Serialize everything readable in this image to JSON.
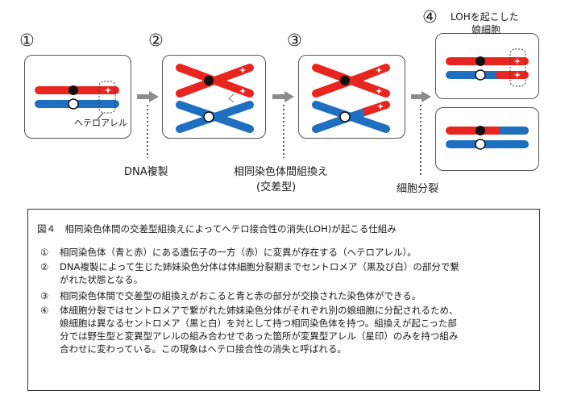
{
  "steps": [
    "①",
    "②",
    "③",
    "④"
  ],
  "labels": {
    "hetero": "ヘテロアレル",
    "loh_line1": "LOHを起こした",
    "loh_line2": "娘細胞",
    "dna_rep": "DNA複製",
    "recomb_line1": "相同染色体間組換え",
    "recomb_line2": "(交差型)",
    "cell_div": "細胞分裂"
  },
  "caption": {
    "title": "図４　相同染色体間の交差型組換えによってヘテロ接合性の消失(LOH)が起こる仕組み",
    "items": [
      {
        "num": "①",
        "lines": [
          "相同染色体（青と赤）にある遺伝子の一方（赤）に変異が存在する（ヘテロアレル）。"
        ]
      },
      {
        "num": "②",
        "lines": [
          "DNA複製によって生じた姉妹染色分体は体細胞分裂期までセントロメア（黒及び白）の部分で繋",
          "がれた状態となる。"
        ]
      },
      {
        "num": "③",
        "lines": [
          "相同染色体間で交差型の組換えがおこると青と赤の部分が交換された染色体ができる。"
        ]
      },
      {
        "num": "④",
        "lines": [
          "体細胞分裂ではセントロメアで繋がれた姉妹染色分体がそれぞれ別の娘細胞に分配されるため、",
          "娘細胞は異なるセントロメア（黒と白）を対として持つ相同染色体を持つ。組換えが起こった部",
          "分では野生型と変異型アレルの組み合わせであった箇所が変異型アレル（星印）のみを持つ組み",
          "合わせに変わっている。この現象はヘテロ接合性の消失と呼ばれる。"
        ]
      }
    ]
  },
  "colors": {
    "red": "#e8251f",
    "blue": "#1f6fc0",
    "arrow": "#8c8c8c",
    "box_border": "#555555"
  }
}
